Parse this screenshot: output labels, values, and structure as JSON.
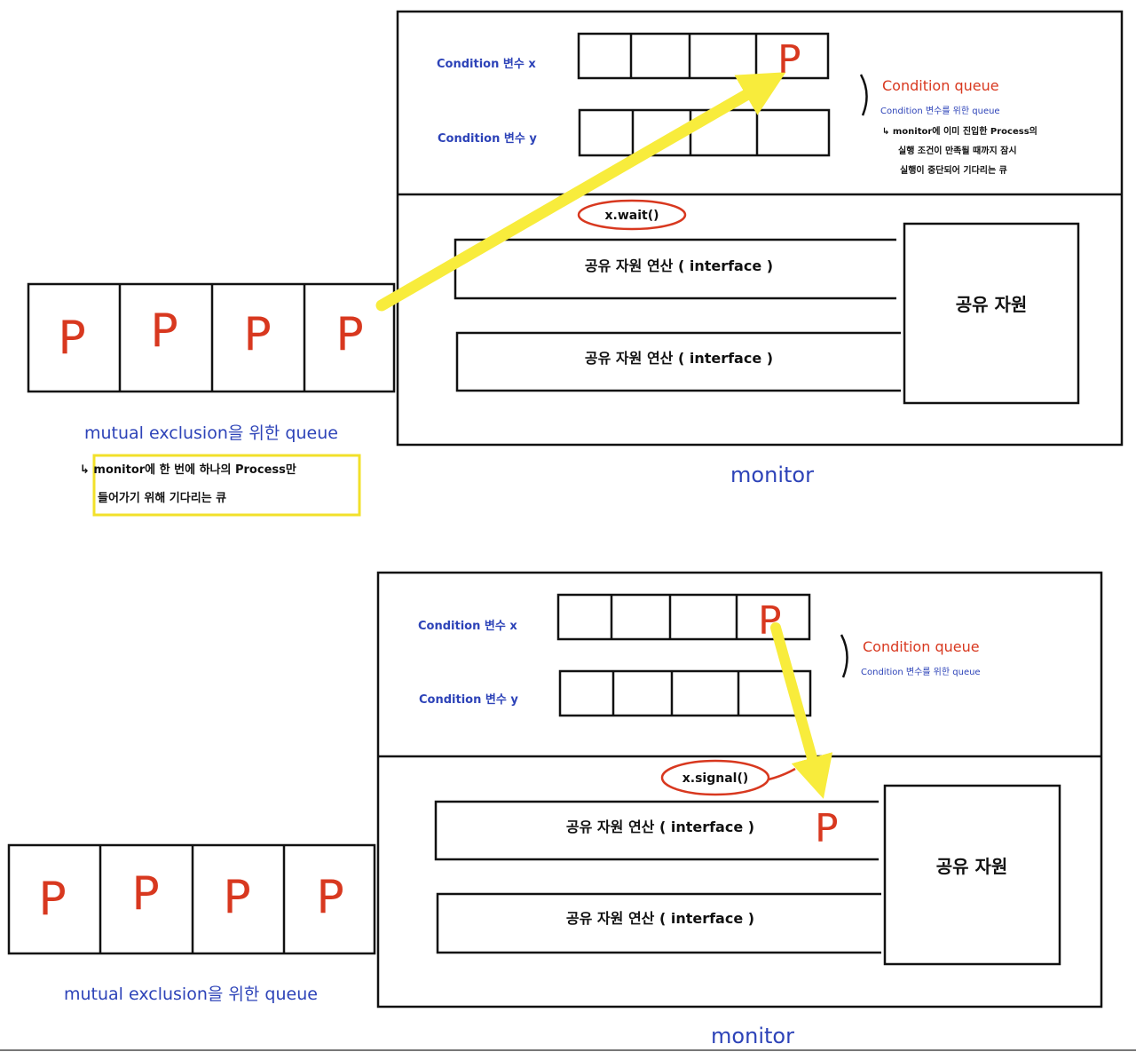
{
  "colors": {
    "ink": "#111111",
    "label_blue": "#2d43b8",
    "accent_red": "#d8381f",
    "arrow_yellow": "#f8ec3c",
    "highlight_box": "#f2e02a"
  },
  "labels": {
    "process": "P",
    "condition_x": "Condition 변수  x",
    "condition_y": "Condition 변수  y",
    "condition_queue_title": "Condition  queue",
    "condition_queue_sub": "Condition  변수를 위한  queue",
    "condition_queue_desc_1": "↳ monitor에 이미 진입한 Process의",
    "condition_queue_desc_2": "실행 조건이 만족될 때까지 잠시",
    "condition_queue_desc_3": "실행이 중단되어 기다리는 큐",
    "wait_call": "x.wait()",
    "signal_call": "x.signal()",
    "operation": "공유  자원  연산  ( interface )",
    "shared_resource": "공유 자원",
    "mutex_queue": "mutual  exclusion을 위한 queue",
    "mutex_desc_1": "↳ monitor에  한 번에  하나의  Process만",
    "mutex_desc_2": "들어가기 위해   기다리는 큐",
    "monitor": "monitor"
  }
}
